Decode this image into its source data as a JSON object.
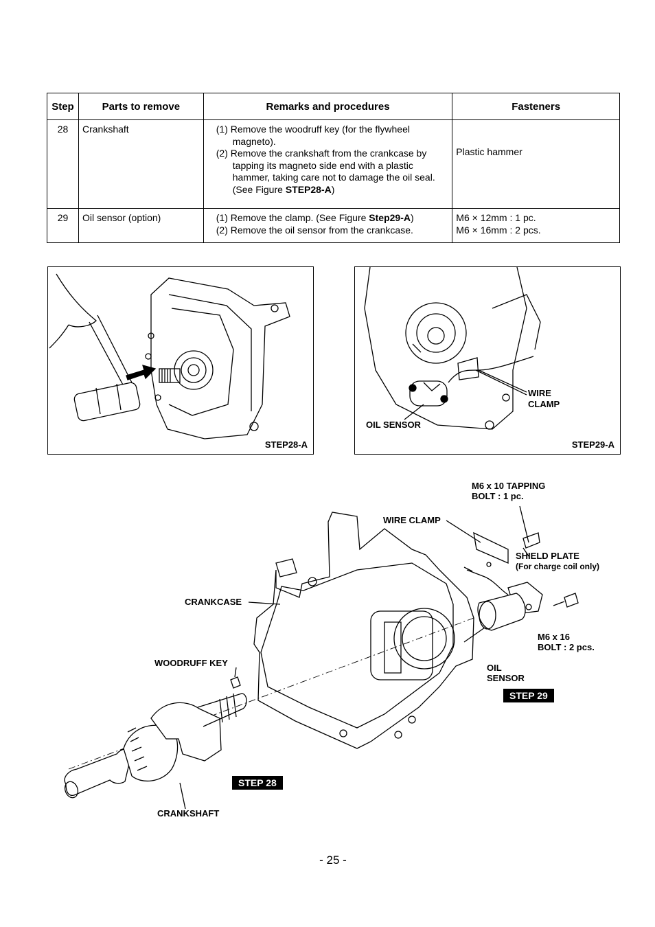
{
  "table": {
    "headers": [
      "Step",
      "Parts to remove",
      "Remarks and procedures",
      "Fasteners"
    ],
    "rows": [
      {
        "step": "28",
        "part": "Crankshaft",
        "remarks": [
          "(1) Remove the woodruff key (for the flywheel magneto).",
          "(2) Remove the crankshaft from the crankcase by tapping its magneto side end with a plastic hammer, taking care not to damage the oil seal. (See Figure",
          "STEP28-A",
          ")"
        ],
        "fasteners": [
          "Plastic hammer"
        ]
      },
      {
        "step": "29",
        "part": "Oil sensor (option)",
        "remarks": [
          "(1) Remove the clamp. (See Figure",
          "Step29-A",
          ")",
          "(2) Remove the oil sensor from the crankcase."
        ],
        "fasteners": [
          "M6 × 12mm : 1 pc.",
          "M6 × 16mm : 2 pcs."
        ]
      }
    ]
  },
  "figures": {
    "fig28": {
      "caption": "STEP28-A"
    },
    "fig29": {
      "caption": "STEP29-A",
      "label_wire": "WIRE",
      "label_clamp": "CLAMP",
      "label_sensor": "OIL SENSOR"
    }
  },
  "exploded": {
    "tapping_bolt_1": "M6 x 10 TAPPING",
    "tapping_bolt_2": "BOLT : 1 pc.",
    "wire_clamp": "WIRE CLAMP",
    "shield_plate": "SHIELD PLATE",
    "shield_plate_note": "(For charge coil only)",
    "crankcase": "CRANKCASE",
    "bolt16_1": "M6 x 16",
    "bolt16_2": "BOLT : 2 pcs.",
    "woodruff_key": "WOODRUFF KEY",
    "oil_1": "OIL",
    "oil_2": "SENSOR",
    "step29_badge": "STEP 29",
    "step28_badge": "STEP 28",
    "crankshaft": "CRANKSHAFT"
  },
  "page_number": "- 25 -"
}
